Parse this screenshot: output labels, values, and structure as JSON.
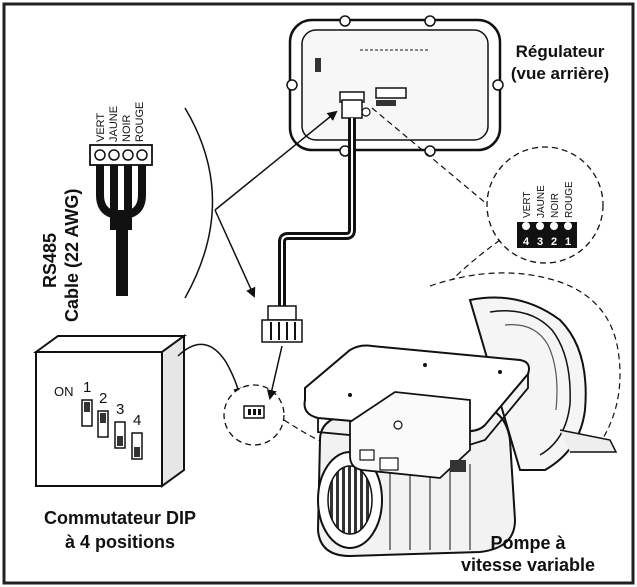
{
  "title_controller": [
    "Régulateur",
    "(vue arrière)"
  ],
  "cable_label": [
    "RS485",
    "Cable (22 AWG)"
  ],
  "wire_colors_cable": [
    "VERT",
    "JAUNE",
    "NOIR",
    "ROUGE"
  ],
  "wire_colors_terminal": [
    "VERT",
    "JAUNE",
    "NOIR",
    "ROUGE"
  ],
  "terminal_numbers": [
    "4",
    "3",
    "2",
    "1"
  ],
  "dip_on_label": "ON",
  "dip_numbers": [
    "1",
    "2",
    "3",
    "4"
  ],
  "dip_caption": [
    "Commutateur DIP",
    "à 4 positions"
  ],
  "pump_caption": [
    "Pompe à",
    "vitesse variable"
  ],
  "colors": {
    "ink": "#111111",
    "panel": "#f2f2f2",
    "frame": "#222222"
  }
}
